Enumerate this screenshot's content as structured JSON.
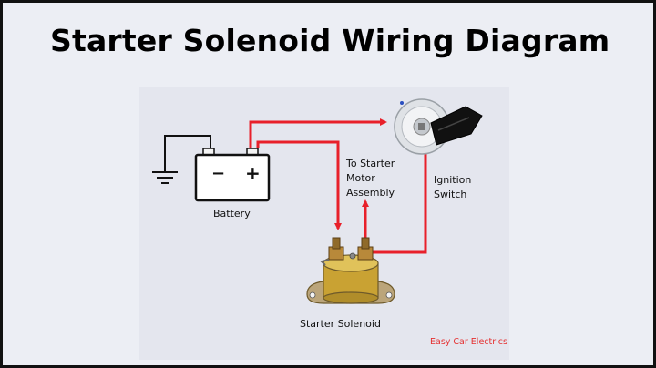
{
  "title": "Starter Solenoid Wiring Diagram",
  "labels": {
    "battery": "Battery",
    "to_starter_line1": "To Starter",
    "to_starter_line2": "Motor",
    "to_starter_line3": "Assembly",
    "ignition_line1": "Ignition",
    "ignition_line2": "Switch",
    "starter_solenoid": "Starter Solenoid"
  },
  "battery_terminals": {
    "negative": "−",
    "positive": "+"
  },
  "credit": "Easy Car Electrics",
  "colors": {
    "wire": "#e8202a",
    "ground_wire": "#111111",
    "battery_body": "#ffffff",
    "solenoid_body": "#c9a233",
    "switch_knob": "#111111",
    "background": "#eceef4"
  },
  "icons": [
    "ground-symbol-icon",
    "battery-icon",
    "ignition-switch-icon",
    "starter-solenoid-icon"
  ]
}
